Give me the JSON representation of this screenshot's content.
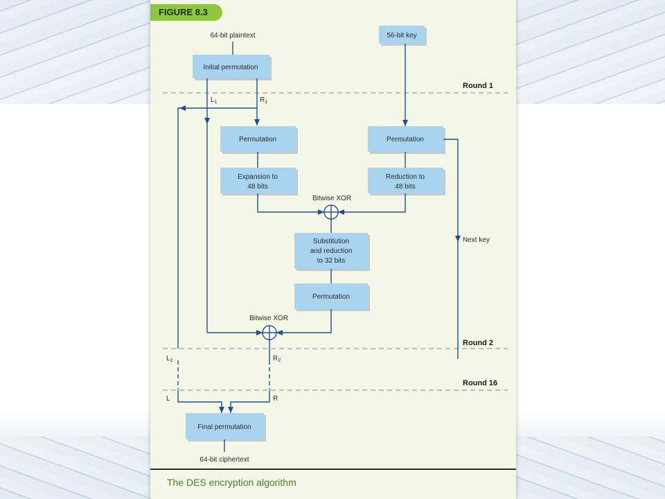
{
  "figure": {
    "tag": "FIGURE 8.3",
    "caption": "The DES encryption algorithm"
  },
  "labels": {
    "plaintext": "64-bit plaintext",
    "key": "56-bit key",
    "ciphertext": "64-bit ciphertext",
    "bitwise_xor_top": "Bitwise XOR",
    "bitwise_xor_bottom": "Bitwise XOR",
    "next_key": "Next key",
    "l1": "L",
    "l1_sub": "1",
    "r1": "R",
    "r1_sub": "1",
    "l2": "L",
    "l2_sub": "2",
    "r2": "R",
    "r2_sub": "2",
    "l_final": "L",
    "r_final": "R"
  },
  "rounds": {
    "round1": "Round 1",
    "round2": "Round 2",
    "round16": "Round 16"
  },
  "boxes": {
    "initial_permutation": "Initial permutation",
    "permutation_left": "Permutation",
    "permutation_key": "Permutation",
    "expansion_line1": "Expansion to",
    "expansion_line2": "48 bits",
    "reduction_line1": "Reduction to",
    "reduction_line2": "48 bits",
    "substitution_line1": "Substitution",
    "substitution_line2": "and reduction",
    "substitution_line3": "to 32 bits",
    "permutation_center": "Permutation",
    "final_permutation": "Final permutation"
  },
  "colors": {
    "box": "#a9d4f0",
    "line": "#1f4e94",
    "panel": "#f4f7e6",
    "tag": "#8dc63f",
    "caption": "#4a7d28"
  }
}
